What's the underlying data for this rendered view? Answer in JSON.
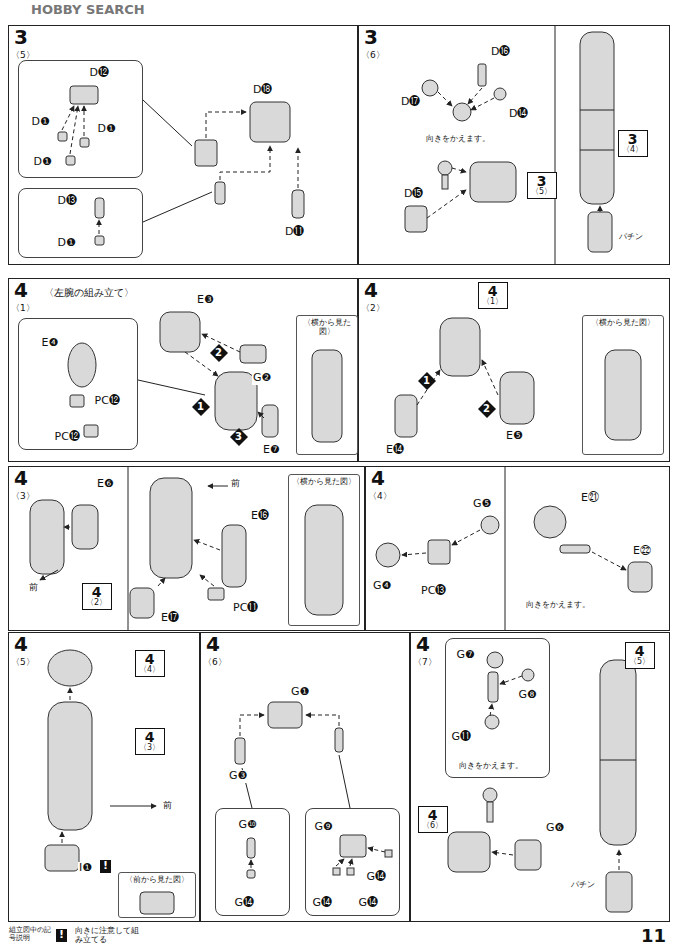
{
  "diagram": {
    "nodes": [
      {
        "text": [
          "3",
          "〈5〉"
        ]
      },
      {
        "text": [
          "D⓬",
          "D❶",
          "D❶",
          "D❶"
        ],
        "in": 0
      },
      {
        "text": [
          "D⓭",
          "D❶"
        ],
        "in": 0
      },
      {
        "text": [
          "3",
          "〈6〉"
        ]
      },
      {
        "text": [
          "3",
          "〈5〉"
        ],
        "in": 3
      },
      {
        "text": [
          "3",
          "〈4〉"
        ],
        "in": 3
      },
      {
        "text": [
          "4",
          "〈1〉",
          "〈左腕の組み立て〉"
        ]
      },
      {
        "text": [
          "E❹",
          "PC⓬",
          "PC⓬"
        ],
        "in": 6
      },
      {
        "text": [
          "2"
        ],
        "in": 6
      },
      {
        "text": [
          "1"
        ],
        "in": 6
      },
      {
        "text": [
          "3"
        ],
        "in": 6
      },
      {
        "text": [
          "〈横から見た図〉"
        ],
        "in": 6
      },
      {
        "text": [
          "4",
          "〈2〉"
        ]
      },
      {
        "text": [
          "4",
          "〈1〉"
        ],
        "in": 12
      },
      {
        "text": [
          "1"
        ],
        "in": 12
      },
      {
        "text": [
          "2"
        ],
        "in": 12
      },
      {
        "text": [
          "〈横から見た図〉"
        ],
        "in": 12
      },
      {
        "text": [
          "4",
          "〈3〉"
        ]
      },
      {
        "text": [
          "4",
          "〈2〉"
        ],
        "in": 17
      },
      {
        "text": [
          "〈横から見た図〉"
        ],
        "in": 17
      },
      {
        "text": [
          "4",
          "〈4〉"
        ]
      },
      {
        "text": [
          "4",
          "〈5〉"
        ]
      },
      {
        "text": [
          "4",
          "〈4〉"
        ],
        "in": 21
      },
      {
        "text": [
          "4",
          "〈3〉"
        ],
        "in": 21
      },
      {
        "text": [
          "〈前から見た図〉"
        ],
        "in": 21
      },
      {
        "text": [
          "4",
          "〈6〉"
        ]
      },
      {
        "text": [
          "G❿",
          "G⓮"
        ],
        "in": 25
      },
      {
        "text": [
          "G❾",
          "G⓮",
          "G⓮",
          "G⓮"
        ],
        "in": 25
      },
      {
        "text": [
          "4",
          "〈7〉"
        ]
      },
      {
        "text": [
          "G❼",
          "G❽",
          "G⓫",
          "向きをかえます。"
        ],
        "in": 28
      },
      {
        "text": [
          "4",
          "〈5〉"
        ],
        "in": 28
      },
      {
        "text": [
          "4",
          "〈6〉"
        ],
        "in": 28
      }
    ],
    "labels": [
      "HOBBY SEARCH",
      "D⓲",
      "D⓫",
      "D⓰",
      "D⓱",
      "D⓮",
      "向きをかえます。",
      "D⓯",
      "パチン",
      "E❸",
      "G❷",
      "E❼",
      "E⓮",
      "E❺",
      "E❻",
      "前",
      "前",
      "E⓰",
      "E⓱",
      "PC⓫",
      "G❺",
      "PC⓭",
      "G❹",
      "E㉑",
      "向きをかえます。",
      "E㉒",
      "前",
      "I❶",
      "!",
      "G❶",
      "G❸",
      "G❻",
      "パチン",
      "組立図中の記号説明",
      "!",
      "向きに注意して組み立てる",
      "11"
    ]
  }
}
